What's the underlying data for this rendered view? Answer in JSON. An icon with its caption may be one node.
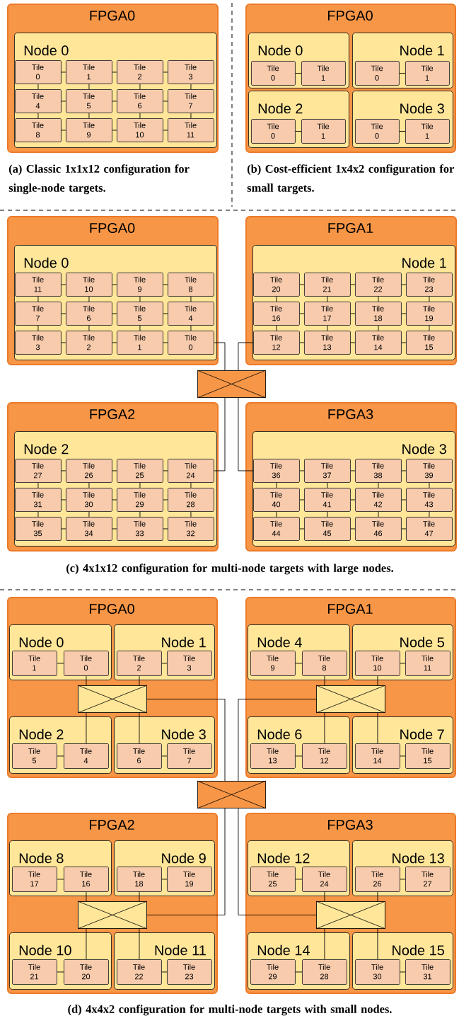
{
  "diagram": {
    "nodes": [
      {
        "text": [
          "FPGA0"
        ]
      },
      {
        "text": [
          "Node 0"
        ],
        "in": 0
      },
      {
        "text": [
          "Tile",
          "0"
        ],
        "in": 1
      },
      {
        "text": [
          "Tile",
          "1"
        ],
        "in": 1
      },
      {
        "text": [
          "Tile",
          "2"
        ],
        "in": 1
      },
      {
        "text": [
          "Tile",
          "3"
        ],
        "in": 1
      },
      {
        "text": [
          "Tile",
          "4"
        ],
        "in": 1
      },
      {
        "text": [
          "Tile",
          "5"
        ],
        "in": 1
      },
      {
        "text": [
          "Tile",
          "6"
        ],
        "in": 1
      },
      {
        "text": [
          "Tile",
          "7"
        ],
        "in": 1
      },
      {
        "text": [
          "Tile",
          "8"
        ],
        "in": 1
      },
      {
        "text": [
          "Tile",
          "9"
        ],
        "in": 1
      },
      {
        "text": [
          "Tile",
          "10"
        ],
        "in": 1
      },
      {
        "text": [
          "Tile",
          "11"
        ],
        "in": 1
      },
      {
        "text": [
          "FPGA0"
        ]
      },
      {
        "text": [
          "Node 0"
        ],
        "in": 14
      },
      {
        "text": [
          "Tile",
          "0"
        ],
        "in": 15
      },
      {
        "text": [
          "Tile",
          "1"
        ],
        "in": 15
      },
      {
        "text": [
          "Node 1"
        ],
        "in": 14
      },
      {
        "text": [
          "Tile",
          "0"
        ],
        "in": 18
      },
      {
        "text": [
          "Tile",
          "1"
        ],
        "in": 18
      },
      {
        "text": [
          "Node 2"
        ],
        "in": 14
      },
      {
        "text": [
          "Tile",
          "0"
        ],
        "in": 21
      },
      {
        "text": [
          "Tile",
          "1"
        ],
        "in": 21
      },
      {
        "text": [
          "Node 3"
        ],
        "in": 14
      },
      {
        "text": [
          "Tile",
          "0"
        ],
        "in": 24
      },
      {
        "text": [
          "Tile",
          "1"
        ],
        "in": 24
      },
      {
        "text": [
          "FPGA0"
        ]
      },
      {
        "text": [
          "Node 0"
        ],
        "in": 27
      },
      {
        "text": [
          "Tile",
          "11"
        ],
        "in": 28
      },
      {
        "text": [
          "Tile",
          "10"
        ],
        "in": 28
      },
      {
        "text": [
          "Tile",
          "9"
        ],
        "in": 28
      },
      {
        "text": [
          "Tile",
          "8"
        ],
        "in": 28
      },
      {
        "text": [
          "Tile",
          "7"
        ],
        "in": 28
      },
      {
        "text": [
          "Tile",
          "6"
        ],
        "in": 28
      },
      {
        "text": [
          "Tile",
          "5"
        ],
        "in": 28
      },
      {
        "text": [
          "Tile",
          "4"
        ],
        "in": 28
      },
      {
        "text": [
          "Tile",
          "3"
        ],
        "in": 28
      },
      {
        "text": [
          "Tile",
          "2"
        ],
        "in": 28
      },
      {
        "text": [
          "Tile",
          "1"
        ],
        "in": 28
      },
      {
        "text": [
          "Tile",
          "0"
        ],
        "in": 28
      },
      {
        "text": [
          "FPGA1"
        ]
      },
      {
        "text": [
          "Node 1"
        ],
        "in": 41
      },
      {
        "text": [
          "Tile",
          "20"
        ],
        "in": 42
      },
      {
        "text": [
          "Tile",
          "21"
        ],
        "in": 42
      },
      {
        "text": [
          "Tile",
          "22"
        ],
        "in": 42
      },
      {
        "text": [
          "Tile",
          "23"
        ],
        "in": 42
      },
      {
        "text": [
          "Tile",
          "16"
        ],
        "in": 42
      },
      {
        "text": [
          "Tile",
          "17"
        ],
        "in": 42
      },
      {
        "text": [
          "Tile",
          "18"
        ],
        "in": 42
      },
      {
        "text": [
          "Tile",
          "19"
        ],
        "in": 42
      },
      {
        "text": [
          "Tile",
          "12"
        ],
        "in": 42
      },
      {
        "text": [
          "Tile",
          "13"
        ],
        "in": 42
      },
      {
        "text": [
          "Tile",
          "14"
        ],
        "in": 42
      },
      {
        "text": [
          "Tile",
          "15"
        ],
        "in": 42
      },
      {
        "text": [],
        "shape": "box"
      },
      {
        "text": [
          "FPGA2"
        ]
      },
      {
        "text": [
          "Node 2"
        ],
        "in": 56
      },
      {
        "text": [
          "Tile",
          "27"
        ],
        "in": 57
      },
      {
        "text": [
          "Tile",
          "26"
        ],
        "in": 57
      },
      {
        "text": [
          "Tile",
          "25"
        ],
        "in": 57
      },
      {
        "text": [
          "Tile",
          "24"
        ],
        "in": 57
      },
      {
        "text": [
          "Tile",
          "31"
        ],
        "in": 57
      },
      {
        "text": [
          "Tile",
          "30"
        ],
        "in": 57
      },
      {
        "text": [
          "Tile",
          "29"
        ],
        "in": 57
      },
      {
        "text": [
          "Tile",
          "28"
        ],
        "in": 57
      },
      {
        "text": [
          "Tile",
          "35"
        ],
        "in": 57
      },
      {
        "text": [
          "Tile",
          "34"
        ],
        "in": 57
      },
      {
        "text": [
          "Tile",
          "33"
        ],
        "in": 57
      },
      {
        "text": [
          "Tile",
          "32"
        ],
        "in": 57
      },
      {
        "text": [
          "FPGA3"
        ]
      },
      {
        "text": [
          "Node 3"
        ],
        "in": 70
      },
      {
        "text": [
          "Tile",
          "36"
        ],
        "in": 71
      },
      {
        "text": [
          "Tile",
          "37"
        ],
        "in": 71
      },
      {
        "text": [
          "Tile",
          "38"
        ],
        "in": 71
      },
      {
        "text": [
          "Tile",
          "39"
        ],
        "in": 71
      },
      {
        "text": [
          "Tile",
          "40"
        ],
        "in": 71
      },
      {
        "text": [
          "Tile",
          "41"
        ],
        "in": 71
      },
      {
        "text": [
          "Tile",
          "42"
        ],
        "in": 71
      },
      {
        "text": [
          "Tile",
          "43"
        ],
        "in": 71
      },
      {
        "text": [
          "Tile",
          "44"
        ],
        "in": 71
      },
      {
        "text": [
          "Tile",
          "45"
        ],
        "in": 71
      },
      {
        "text": [
          "Tile",
          "46"
        ],
        "in": 71
      },
      {
        "text": [
          "Tile",
          "47"
        ],
        "in": 71
      },
      {
        "text": [
          "FPGA0"
        ]
      },
      {
        "text": [
          "Node 0"
        ],
        "in": 84
      },
      {
        "text": [
          "Tile",
          "1"
        ],
        "in": 85
      },
      {
        "text": [
          "Tile",
          "0"
        ],
        "in": 85
      },
      {
        "text": [
          "Node 1"
        ],
        "in": 84
      },
      {
        "text": [
          "Tile",
          "2"
        ],
        "in": 88
      },
      {
        "text": [
          "Tile",
          "3"
        ],
        "in": 88
      },
      {
        "text": [],
        "shape": "box",
        "in": 84
      },
      {
        "text": [
          "Node 2"
        ],
        "in": 84
      },
      {
        "text": [
          "Tile",
          "5"
        ],
        "in": 92
      },
      {
        "text": [
          "Tile",
          "4"
        ],
        "in": 92
      },
      {
        "text": [
          "Node 3"
        ],
        "in": 84
      },
      {
        "text": [
          "Tile",
          "6"
        ],
        "in": 95
      },
      {
        "text": [
          "Tile",
          "7"
        ],
        "in": 95
      },
      {
        "text": [
          "FPGA1"
        ]
      },
      {
        "text": [
          "Node 4"
        ],
        "in": 98
      },
      {
        "text": [
          "Tile",
          "9"
        ],
        "in": 99
      },
      {
        "text": [
          "Tile",
          "8"
        ],
        "in": 99
      },
      {
        "text": [
          "Node 5"
        ],
        "in": 98
      },
      {
        "text": [
          "Tile",
          "10"
        ],
        "in": 102
      },
      {
        "text": [
          "Tile",
          "11"
        ],
        "in": 102
      },
      {
        "text": [],
        "shape": "box",
        "in": 98
      },
      {
        "text": [
          "Node 6"
        ],
        "in": 98
      },
      {
        "text": [
          "Tile",
          "13"
        ],
        "in": 106
      },
      {
        "text": [
          "Tile",
          "12"
        ],
        "in": 106
      },
      {
        "text": [
          "Node 7"
        ],
        "in": 98
      },
      {
        "text": [
          "Tile",
          "14"
        ],
        "in": 109
      },
      {
        "text": [
          "Tile",
          "15"
        ],
        "in": 109
      },
      {
        "text": [],
        "shape": "box"
      },
      {
        "text": [
          "FPGA2"
        ]
      },
      {
        "text": [
          "Node 8"
        ],
        "in": 113
      },
      {
        "text": [
          "Tile",
          "17"
        ],
        "in": 114
      },
      {
        "text": [
          "Tile",
          "16"
        ],
        "in": 114
      },
      {
        "text": [
          "Node 9"
        ],
        "in": 113
      },
      {
        "text": [
          "Tile",
          "18"
        ],
        "in": 117
      },
      {
        "text": [
          "Tile",
          "19"
        ],
        "in": 117
      },
      {
        "text": [],
        "shape": "box",
        "in": 113
      },
      {
        "text": [
          "Node 10"
        ],
        "in": 113
      },
      {
        "text": [
          "Tile",
          "21"
        ],
        "in": 121
      },
      {
        "text": [
          "Tile",
          "20"
        ],
        "in": 121
      },
      {
        "text": [
          "Node 11"
        ],
        "in": 113
      },
      {
        "text": [
          "Tile",
          "22"
        ],
        "in": 124
      },
      {
        "text": [
          "Tile",
          "23"
        ],
        "in": 124
      },
      {
        "text": [
          "FPGA3"
        ]
      },
      {
        "text": [
          "Node 12"
        ],
        "in": 127
      },
      {
        "text": [
          "Tile",
          "25"
        ],
        "in": 128
      },
      {
        "text": [
          "Tile",
          "24"
        ],
        "in": 128
      },
      {
        "text": [
          "Node 13"
        ],
        "in": 127
      },
      {
        "text": [
          "Tile",
          "26"
        ],
        "in": 131
      },
      {
        "text": [
          "Tile",
          "27"
        ],
        "in": 131
      },
      {
        "text": [],
        "shape": "box",
        "in": 127
      },
      {
        "text": [
          "Node 14"
        ],
        "in": 127
      },
      {
        "text": [
          "Tile",
          "29"
        ],
        "in": 135
      },
      {
        "text": [
          "Tile",
          "28"
        ],
        "in": 135
      },
      {
        "text": [
          "Node 15"
        ],
        "in": 127
      },
      {
        "text": [
          "Tile",
          "30"
        ],
        "in": 138
      },
      {
        "text": [
          "Tile",
          "31"
        ],
        "in": 138
      }
    ],
    "edges": [
      {
        "from": 2,
        "to": 3,
        "arrow": "none"
      },
      {
        "from": 3,
        "to": 4,
        "arrow": "none"
      },
      {
        "from": 4,
        "to": 5,
        "arrow": "none"
      },
      {
        "from": 6,
        "to": 7,
        "arrow": "none"
      },
      {
        "from": 7,
        "to": 8,
        "arrow": "none"
      },
      {
        "from": 8,
        "to": 9,
        "arrow": "none"
      },
      {
        "from": 10,
        "to": 11,
        "arrow": "none"
      },
      {
        "from": 11,
        "to": 12,
        "arrow": "none"
      },
      {
        "from": 12,
        "to": 13,
        "arrow": "none"
      },
      {
        "from": 2,
        "to": 6,
        "arrow": "none"
      },
      {
        "from": 3,
        "to": 7,
        "arrow": "none"
      },
      {
        "from": 4,
        "to": 8,
        "arrow": "none"
      },
      {
        "from": 5,
        "to": 9,
        "arrow": "none"
      },
      {
        "from": 6,
        "to": 10,
        "arrow": "none"
      },
      {
        "from": 7,
        "to": 11,
        "arrow": "none"
      },
      {
        "from": 8,
        "to": 12,
        "arrow": "none"
      },
      {
        "from": 9,
        "to": 13,
        "arrow": "none"
      },
      {
        "from": 16,
        "to": 17,
        "arrow": "none"
      },
      {
        "from": 19,
        "to": 20,
        "arrow": "none"
      },
      {
        "from": 22,
        "to": 23,
        "arrow": "none"
      },
      {
        "from": 25,
        "to": 26,
        "arrow": "none"
      },
      {
        "from": 29,
        "to": 30,
        "arrow": "none"
      },
      {
        "from": 30,
        "to": 31,
        "arrow": "none"
      },
      {
        "from": 31,
        "to": 32,
        "arrow": "none"
      },
      {
        "from": 33,
        "to": 34,
        "arrow": "none"
      },
      {
        "from": 34,
        "to": 35,
        "arrow": "none"
      },
      {
        "from": 35,
        "to": 36,
        "arrow": "none"
      },
      {
        "from": 37,
        "to": 38,
        "arrow": "none"
      },
      {
        "from": 38,
        "to": 39,
        "arrow": "none"
      },
      {
        "from": 39,
        "to": 40,
        "arrow": "none"
      },
      {
        "from": 29,
        "to": 33,
        "arrow": "none"
      },
      {
        "from": 30,
        "to": 34,
        "arrow": "none"
      },
      {
        "from": 31,
        "to": 35,
        "arrow": "none"
      },
      {
        "from": 32,
        "to": 36,
        "arrow": "none"
      },
      {
        "from": 33,
        "to": 37,
        "arrow": "none"
      },
      {
        "from": 34,
        "to": 38,
        "arrow": "none"
      },
      {
        "from": 35,
        "to": 39,
        "arrow": "none"
      },
      {
        "from": 36,
        "to": 40,
        "arrow": "none"
      },
      {
        "from": 43,
        "to": 44,
        "arrow": "none"
      },
      {
        "from": 44,
        "to": 45,
        "arrow": "none"
      },
      {
        "from": 45,
        "to": 46,
        "arrow": "none"
      },
      {
        "from": 47,
        "to": 48,
        "arrow": "none"
      },
      {
        "from": 48,
        "to": 49,
        "arrow": "none"
      },
      {
        "from": 49,
        "to": 50,
        "arrow": "none"
      },
      {
        "from": 51,
        "to": 52,
        "arrow": "none"
      },
      {
        "from": 52,
        "to": 53,
        "arrow": "none"
      },
      {
        "from": 53,
        "to": 54,
        "arrow": "none"
      },
      {
        "from": 43,
        "to": 47,
        "arrow": "none"
      },
      {
        "from": 44,
        "to": 48,
        "arrow": "none"
      },
      {
        "from": 45,
        "to": 49,
        "arrow": "none"
      },
      {
        "from": 46,
        "to": 50,
        "arrow": "none"
      },
      {
        "from": 47,
        "to": 51,
        "arrow": "none"
      },
      {
        "from": 48,
        "to": 52,
        "arrow": "none"
      },
      {
        "from": 49,
        "to": 53,
        "arrow": "none"
      },
      {
        "from": 50,
        "to": 54,
        "arrow": "none"
      },
      {
        "from": 40,
        "to": 55,
        "arrow": "none"
      },
      {
        "from": 51,
        "to": 55,
        "arrow": "none"
      },
      {
        "from": 61,
        "to": 55,
        "arrow": "none"
      },
      {
        "from": 72,
        "to": 55,
        "arrow": "none"
      },
      {
        "from": 58,
        "to": 59,
        "arrow": "none"
      },
      {
        "from": 59,
        "to": 60,
        "arrow": "none"
      },
      {
        "from": 60,
        "to": 61,
        "arrow": "none"
      },
      {
        "from": 62,
        "to": 63,
        "arrow": "none"
      },
      {
        "from": 63,
        "to": 64,
        "arrow": "none"
      },
      {
        "from": 64,
        "to": 65,
        "arrow": "none"
      },
      {
        "from": 66,
        "to": 67,
        "arrow": "none"
      },
      {
        "from": 67,
        "to": 68,
        "arrow": "none"
      },
      {
        "from": 68,
        "to": 69,
        "arrow": "none"
      },
      {
        "from": 58,
        "to": 62,
        "arrow": "none"
      },
      {
        "from": 59,
        "to": 63,
        "arrow": "none"
      },
      {
        "from": 60,
        "to": 64,
        "arrow": "none"
      },
      {
        "from": 61,
        "to": 65,
        "arrow": "none"
      },
      {
        "from": 62,
        "to": 66,
        "arrow": "none"
      },
      {
        "from": 63,
        "to": 67,
        "arrow": "none"
      },
      {
        "from": 64,
        "to": 68,
        "arrow": "none"
      },
      {
        "from": 65,
        "to": 69,
        "arrow": "none"
      },
      {
        "from": 72,
        "to": 73,
        "arrow": "none"
      },
      {
        "from": 73,
        "to": 74,
        "arrow": "none"
      },
      {
        "from": 74,
        "to": 75,
        "arrow": "none"
      },
      {
        "from": 76,
        "to": 77,
        "arrow": "none"
      },
      {
        "from": 77,
        "to": 78,
        "arrow": "none"
      },
      {
        "from": 78,
        "to": 79,
        "arrow": "none"
      },
      {
        "from": 80,
        "to": 81,
        "arrow": "none"
      },
      {
        "from": 81,
        "to": 82,
        "arrow": "none"
      },
      {
        "from": 82,
        "to": 83,
        "arrow": "none"
      },
      {
        "from": 72,
        "to": 76,
        "arrow": "none"
      },
      {
        "from": 73,
        "to": 77,
        "arrow": "none"
      },
      {
        "from": 74,
        "to": 78,
        "arrow": "none"
      },
      {
        "from": 75,
        "to": 79,
        "arrow": "none"
      },
      {
        "from": 76,
        "to": 80,
        "arrow": "none"
      },
      {
        "from": 77,
        "to": 81,
        "arrow": "none"
      },
      {
        "from": 78,
        "to": 82,
        "arrow": "none"
      },
      {
        "from": 79,
        "to": 83,
        "arrow": "none"
      },
      {
        "from": 86,
        "to": 87,
        "arrow": "none"
      },
      {
        "from": 89,
        "to": 90,
        "arrow": "none"
      },
      {
        "from": 93,
        "to": 94,
        "arrow": "none"
      },
      {
        "from": 96,
        "to": 97,
        "arrow": "none"
      },
      {
        "from": 87,
        "to": 91,
        "arrow": "none"
      },
      {
        "from": 89,
        "to": 91,
        "arrow": "none"
      },
      {
        "from": 94,
        "to": 91,
        "arrow": "none"
      },
      {
        "from": 96,
        "to": 91,
        "arrow": "none"
      },
      {
        "from": 100,
        "to": 101,
        "arrow": "none"
      },
      {
        "from": 103,
        "to": 104,
        "arrow": "none"
      },
      {
        "from": 107,
        "to": 108,
        "arrow": "none"
      },
      {
        "from": 110,
        "to": 111,
        "arrow": "none"
      },
      {
        "from": 101,
        "to": 105,
        "arrow": "none"
      },
      {
        "from": 103,
        "to": 105,
        "arrow": "none"
      },
      {
        "from": 108,
        "to": 105,
        "arrow": "none"
      },
      {
        "from": 110,
        "to": 105,
        "arrow": "none"
      },
      {
        "from": 91,
        "to": 112,
        "arrow": "none"
      },
      {
        "from": 105,
        "to": 112,
        "arrow": "none"
      },
      {
        "from": 120,
        "to": 112,
        "arrow": "none"
      },
      {
        "from": 134,
        "to": 112,
        "arrow": "none"
      },
      {
        "from": 115,
        "to": 116,
        "arrow": "none"
      },
      {
        "from": 118,
        "to": 119,
        "arrow": "none"
      },
      {
        "from": 122,
        "to": 123,
        "arrow": "none"
      },
      {
        "from": 125,
        "to": 126,
        "arrow": "none"
      },
      {
        "from": 116,
        "to": 120,
        "arrow": "none"
      },
      {
        "from": 118,
        "to": 120,
        "arrow": "none"
      },
      {
        "from": 123,
        "to": 120,
        "arrow": "none"
      },
      {
        "from": 125,
        "to": 120,
        "arrow": "none"
      },
      {
        "from": 129,
        "to": 130,
        "arrow": "none"
      },
      {
        "from": 132,
        "to": 133,
        "arrow": "none"
      },
      {
        "from": 136,
        "to": 137,
        "arrow": "none"
      },
      {
        "from": 139,
        "to": 140,
        "arrow": "none"
      },
      {
        "from": 130,
        "to": 134,
        "arrow": "none"
      },
      {
        "from": 132,
        "to": 134,
        "arrow": "none"
      },
      {
        "from": 137,
        "to": 134,
        "arrow": "none"
      },
      {
        "from": 139,
        "to": 134,
        "arrow": "none"
      }
    ],
    "labels": [
      "(a) Classic 1x1x12 configuration for single-node targets.",
      "(b) Cost-efficient 1x4x2 configuration for small targets.",
      "(c) 4x1x12 configuration for multi-node targets with large nodes.",
      "(d) 4x4x2 configuration for multi-node targets with small nodes."
    ]
  }
}
